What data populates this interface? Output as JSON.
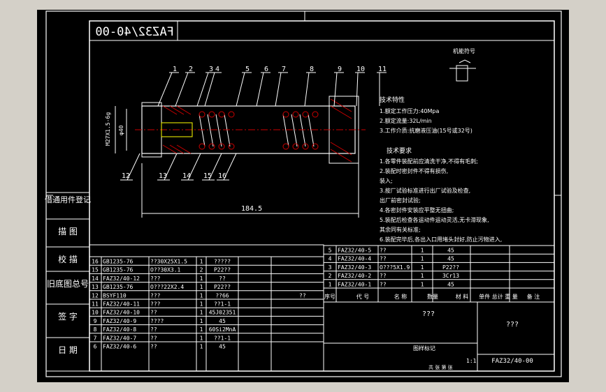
{
  "drawing": {
    "title_mirrored": "FAZ32/40-00",
    "symbol_label": "机能符号",
    "part_numbers": [
      "1",
      "2",
      "3",
      "4",
      "5",
      "6",
      "7",
      "8",
      "9",
      "10",
      "11"
    ],
    "part_numbers_bottom": [
      "12",
      "13",
      "14",
      "15",
      "16"
    ],
    "dim_total": "184.5",
    "dim_thread": "M27X1.5-6g",
    "dim_dia": "φ40",
    "tech_params_title": "技术特性",
    "tech_params": [
      "1.额定工作压力:40Mpa",
      "2.额定流量:32L/min",
      "3.工作介质:抗磨液压油(15号或32号)"
    ],
    "tech_req_title": "技术要求",
    "tech_req": [
      "1.各零件装配前应清洗干净,不得有毛刺;",
      "2.装配时密封件不得有损伤,",
      "装入;",
      "3.按厂试验标准进行出厂试验及检查,",
      "出厂前密封试验;",
      "4.各密封件安装应平整无扭曲;",
      "5.装配后检查各运动件运动灵活,无卡滞现象,",
      "其余同有关标准;",
      "6.装配完毕后,各出入口用堵头封好,防止污物进入,"
    ]
  },
  "left_strip": [
    "借通用件登记",
    "描 图",
    "校 描",
    "旧底图总号",
    "签 字",
    "日 期"
  ],
  "bom_rows": [
    {
      "no": "16",
      "code": "GB1235-76",
      "name": "??30X25X1.5",
      "qty": "1",
      "mat": "?????",
      "note": ""
    },
    {
      "no": "15",
      "code": "GB1235-76",
      "name": "O??30X3.1",
      "qty": "2",
      "mat": "P22??",
      "note": ""
    },
    {
      "no": "14",
      "code": "FAZ32/40-12",
      "name": "???",
      "qty": "1",
      "mat": "??",
      "note": ""
    },
    {
      "no": "13",
      "code": "GB1235-76",
      "name": "O???22X2.4",
      "qty": "1",
      "mat": "P22??",
      "note": ""
    },
    {
      "no": "12",
      "code": "BSYF110",
      "name": "???",
      "qty": "1",
      "mat": "??66",
      "note": "??"
    },
    {
      "no": "11",
      "code": "FAZ32/40-11",
      "name": "???",
      "qty": "1",
      "mat": "??1-1",
      "note": ""
    },
    {
      "no": "10",
      "code": "FAZ32/40-10",
      "name": "??",
      "qty": "1",
      "mat": "45J02351",
      "note": ""
    },
    {
      "no": "9",
      "code": "FAZ32/40-9",
      "name": "????",
      "qty": "1",
      "mat": "45",
      "note": ""
    },
    {
      "no": "8",
      "code": "FAZ32/40-8",
      "name": "??",
      "qty": "1",
      "mat": "60Si2MnA",
      "note": ""
    },
    {
      "no": "7",
      "code": "FAZ32/40-7",
      "name": "??",
      "qty": "1",
      "mat": "??1-1",
      "note": ""
    },
    {
      "no": "6",
      "code": "FAZ32/40-6",
      "name": "??",
      "qty": "1",
      "mat": "45",
      "note": ""
    }
  ],
  "bom_rows_right": [
    {
      "no": "5",
      "code": "FAZ32/40-5",
      "name": "??",
      "qty": "1",
      "mat": "45"
    },
    {
      "no": "4",
      "code": "FAZ32/40-4",
      "name": "??",
      "qty": "1",
      "mat": "45"
    },
    {
      "no": "3",
      "code": "FAZ32/40-3",
      "name": "O???5X1.9",
      "qty": "1",
      "mat": "P22??"
    },
    {
      "no": "2",
      "code": "FAZ32/40-2",
      "name": "??",
      "qty": "1",
      "mat": "3Cr13"
    },
    {
      "no": "1",
      "code": "FAZ32/40-1",
      "name": "??",
      "qty": "1",
      "mat": "45"
    }
  ],
  "bom_header": {
    "no": "序号",
    "code": "代 号",
    "name": "名 称",
    "qty": "数量",
    "mat": "材 料",
    "weight": "单件 总计 重 量",
    "note": "备 注"
  },
  "title_block": {
    "name": "???",
    "drawing_no": "FAZ32/40-00",
    "company": "???",
    "scale_label": "图样标记",
    "weight": "重量",
    "ratio": "1:1",
    "sheet": "共 张 第 张"
  }
}
